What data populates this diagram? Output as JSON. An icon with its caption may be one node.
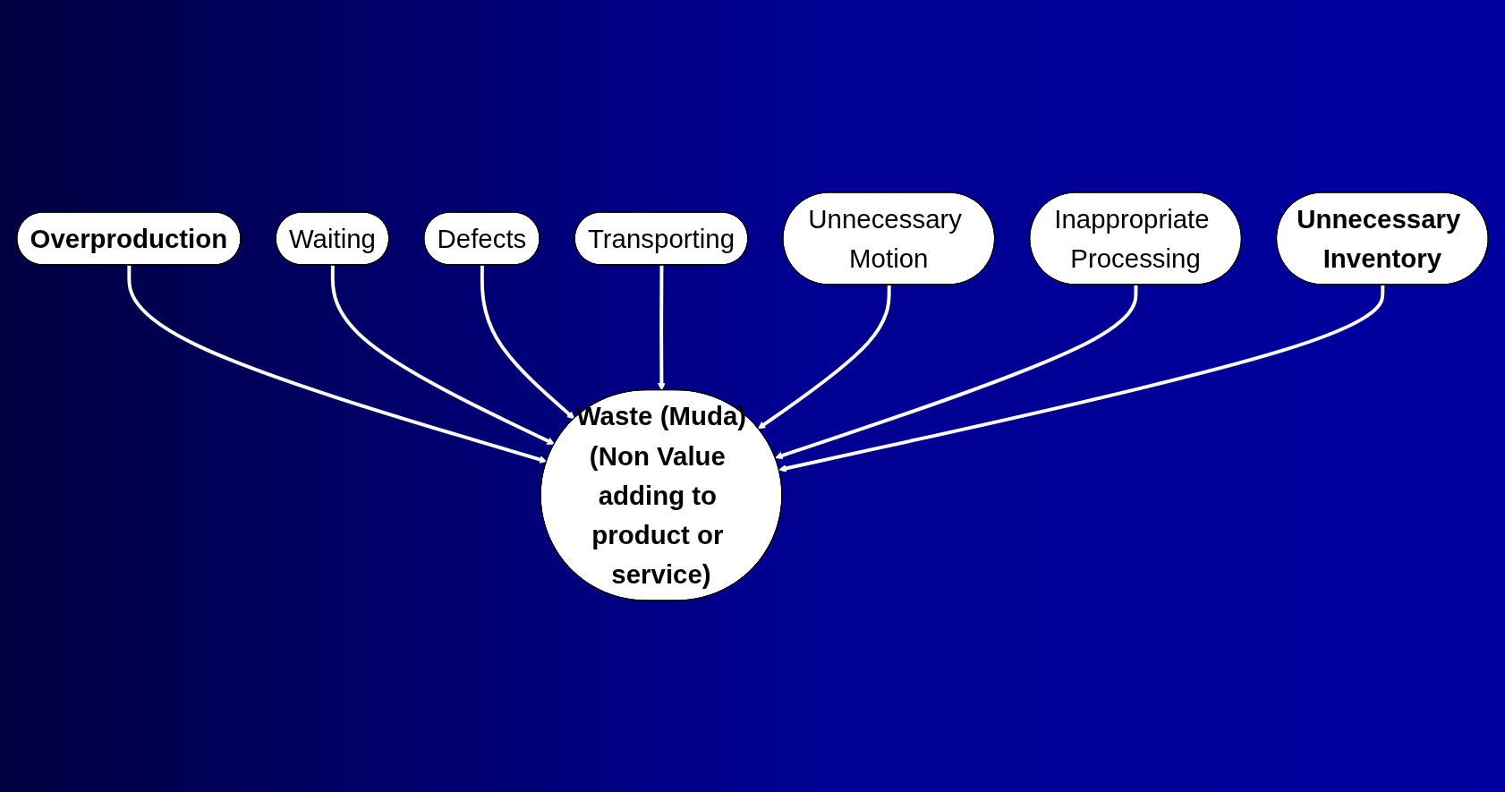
{
  "diagram": {
    "nodes": [
      {
        "text": [
          "Overproduction"
        ]
      },
      {
        "text": [
          "Waiting"
        ]
      },
      {
        "text": [
          "Defects"
        ]
      },
      {
        "text": [
          "Waste (Muda)",
          "(Non Value adding to product or service)"
        ]
      },
      {
        "text": [
          "Transporting"
        ]
      },
      {
        "text": [
          "Unnecessary Motion"
        ]
      },
      {
        "text": [
          "Inappropriate Processing"
        ]
      },
      {
        "text": [
          "Unnecessary Inventory"
        ]
      }
    ],
    "edges": [
      {
        "from": 0,
        "to": 3,
        "arrow": "to"
      },
      {
        "from": 1,
        "to": 3,
        "arrow": "to"
      },
      {
        "from": 2,
        "to": 3,
        "arrow": "to"
      },
      {
        "from": 4,
        "to": 3,
        "arrow": "to"
      },
      {
        "from": 5,
        "to": 3,
        "arrow": "to"
      },
      {
        "from": 6,
        "to": 3,
        "arrow": "to"
      },
      {
        "from": 7,
        "to": 3,
        "arrow": "to"
      }
    ]
  }
}
